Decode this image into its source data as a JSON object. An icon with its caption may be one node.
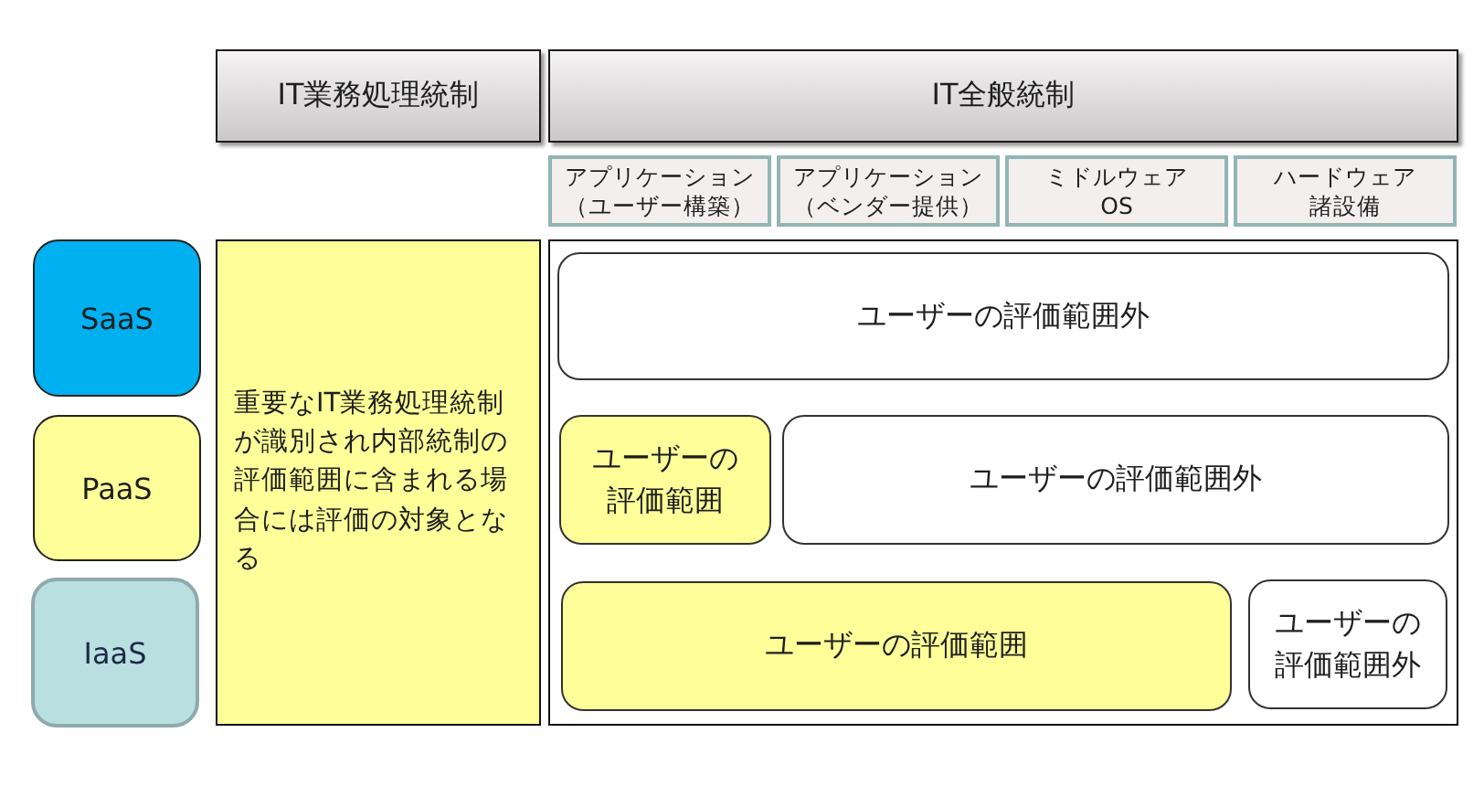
{
  "diagram": {
    "nodes": [
      {
        "text": [
          "IT業務処理統制"
        ]
      },
      {
        "text": [
          "IT全般統制"
        ]
      },
      {
        "text": [
          "アプリケーション（ユーザー構築）"
        ]
      },
      {
        "text": [
          "アプリケーション（ベンダー提供）"
        ]
      },
      {
        "text": [
          "ミドルウェア",
          "OS"
        ]
      },
      {
        "text": [
          "ハードウェア",
          "諸設備"
        ]
      },
      {
        "text": [
          "SaaS"
        ]
      },
      {
        "text": [
          "PaaS"
        ]
      },
      {
        "text": [
          "IaaS"
        ]
      },
      {
        "text": [
          "重要なIT業務処理統制が識別され内部統制の評価範囲に含まれる場合には評価の対象となる"
        ]
      },
      {
        "text": [],
        "shape": "box"
      },
      {
        "text": [
          "ユーザーの評価範囲外"
        ],
        "in": 10
      },
      {
        "text": [
          "ユーザーの評価範囲"
        ],
        "in": 10
      },
      {
        "text": [
          "ユーザーの評価範囲外"
        ],
        "in": 10
      },
      {
        "text": [
          "ユーザーの評価範囲"
        ],
        "in": 10
      },
      {
        "text": [
          "ユーザーの評価範囲外"
        ],
        "in": 10
      }
    ]
  }
}
